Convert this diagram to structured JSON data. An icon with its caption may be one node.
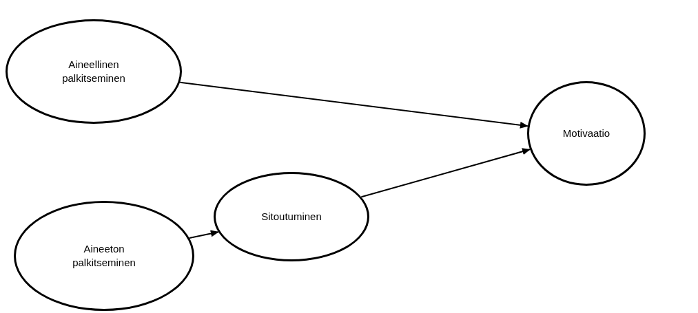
{
  "diagram": {
    "nodes": [
      {
        "text": [
          "Aineellinen palkitseminen"
        ]
      },
      {
        "text": [
          "Aineeton palkitseminen"
        ]
      },
      {
        "text": [
          "Sitoutuminen"
        ]
      },
      {
        "text": [
          "Motivaatio"
        ]
      }
    ],
    "edges": [
      {
        "from": 0,
        "to": 3,
        "arrow": "to"
      },
      {
        "from": 1,
        "to": 2,
        "arrow": "to"
      },
      {
        "from": 2,
        "to": 3,
        "arrow": "to"
      }
    ]
  }
}
